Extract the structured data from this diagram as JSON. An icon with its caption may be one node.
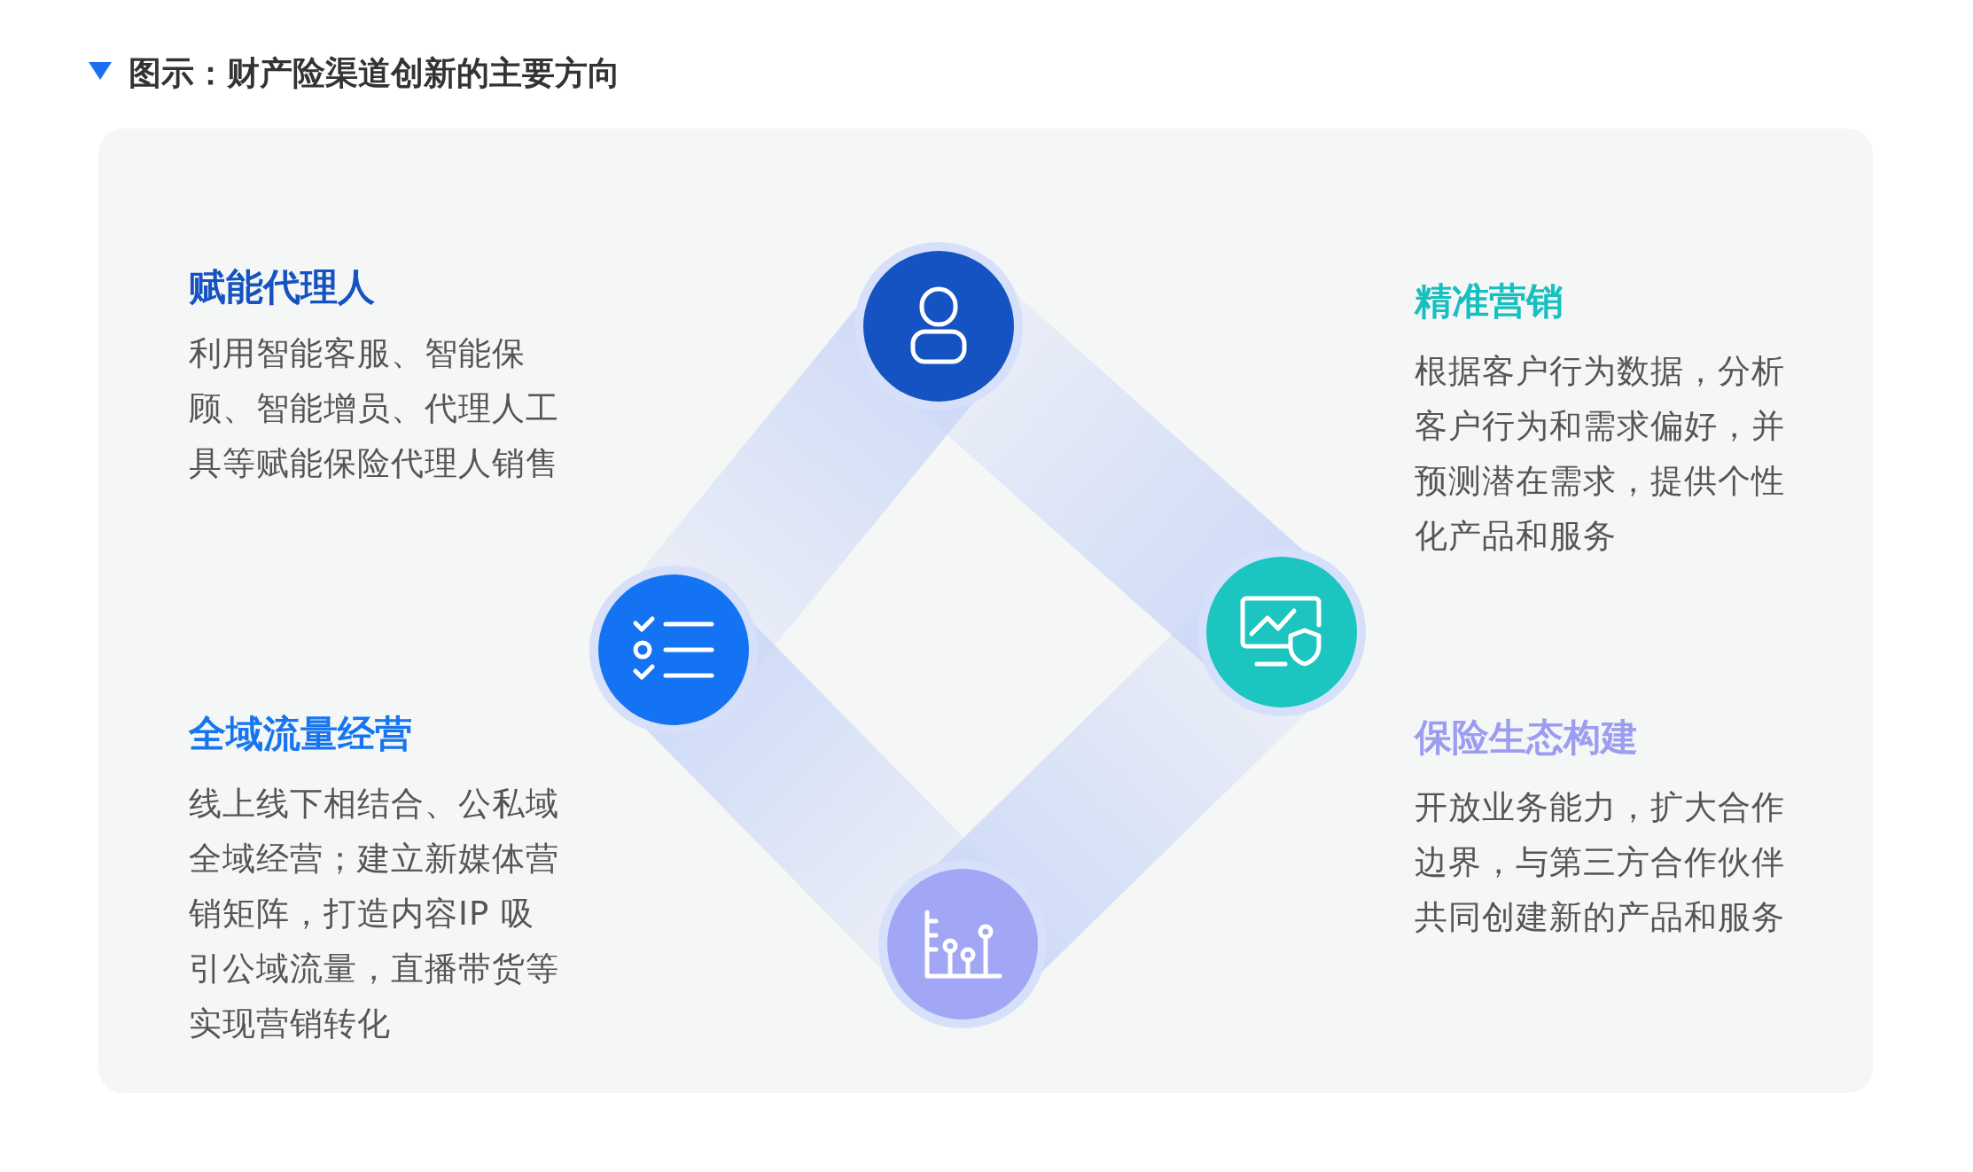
{
  "diagram": {
    "title": "图示：财产险渠道创新的主要方向",
    "labels": [
      "赋能代理人",
      "利用智能客服、智能保顾、智能增员、代理人工具等赋能保险代理人销售",
      "精准营销",
      "根据客户行为数据，分析客户行为和需求偏好，并预测潜在需求，提供个性化产品和服务",
      "全域流量经营",
      "线上线下相结合、公私域全域经营；建立新媒体营销矩阵，打造内容IP 吸引公域流量，直播带货等实现营销转化",
      "保险生态构建",
      "开放业务能力，扩大合作边界，与第三方合作伙伴共同创建新的产品和服务"
    ]
  }
}
